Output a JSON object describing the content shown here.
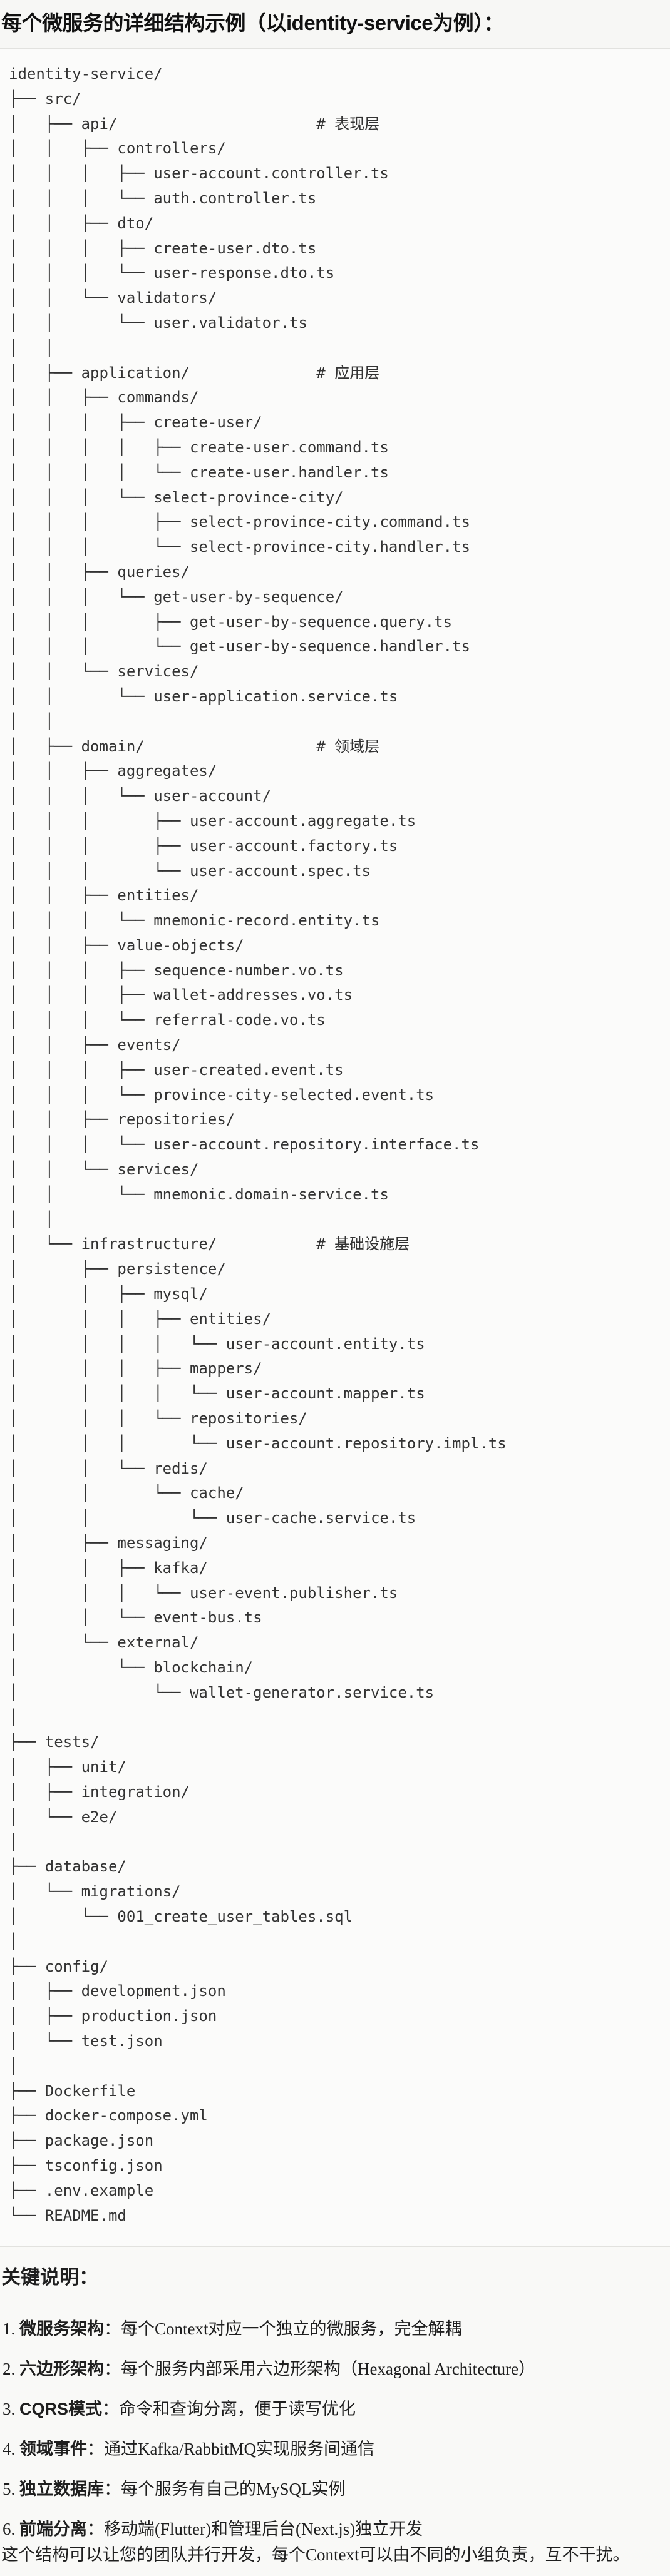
{
  "title": "每个微服务的详细结构示例（以identity-service为例）：",
  "tree": [
    {
      "prefix": "",
      "name": "identity-service/"
    },
    {
      "prefix": "├── ",
      "name": "src/"
    },
    {
      "prefix": "│   ├── ",
      "name": "api/",
      "comment": "# 表现层"
    },
    {
      "prefix": "│   │   ├── ",
      "name": "controllers/"
    },
    {
      "prefix": "│   │   │   ├── ",
      "name": "user-account.controller.ts"
    },
    {
      "prefix": "│   │   │   └── ",
      "name": "auth.controller.ts"
    },
    {
      "prefix": "│   │   ├── ",
      "name": "dto/"
    },
    {
      "prefix": "│   │   │   ├── ",
      "name": "create-user.dto.ts"
    },
    {
      "prefix": "│   │   │   └── ",
      "name": "user-response.dto.ts"
    },
    {
      "prefix": "│   │   └── ",
      "name": "validators/"
    },
    {
      "prefix": "│   │       └── ",
      "name": "user.validator.ts"
    },
    {
      "prefix": "│   │",
      "name": ""
    },
    {
      "prefix": "│   ├── ",
      "name": "application/",
      "comment": "# 应用层"
    },
    {
      "prefix": "│   │   ├── ",
      "name": "commands/"
    },
    {
      "prefix": "│   │   │   ├── ",
      "name": "create-user/"
    },
    {
      "prefix": "│   │   │   │   ├── ",
      "name": "create-user.command.ts"
    },
    {
      "prefix": "│   │   │   │   └── ",
      "name": "create-user.handler.ts"
    },
    {
      "prefix": "│   │   │   └── ",
      "name": "select-province-city/"
    },
    {
      "prefix": "│   │   │       ├── ",
      "name": "select-province-city.command.ts"
    },
    {
      "prefix": "│   │   │       └── ",
      "name": "select-province-city.handler.ts"
    },
    {
      "prefix": "│   │   ├── ",
      "name": "queries/"
    },
    {
      "prefix": "│   │   │   └── ",
      "name": "get-user-by-sequence/"
    },
    {
      "prefix": "│   │   │       ├── ",
      "name": "get-user-by-sequence.query.ts"
    },
    {
      "prefix": "│   │   │       └── ",
      "name": "get-user-by-sequence.handler.ts"
    },
    {
      "prefix": "│   │   └── ",
      "name": "services/"
    },
    {
      "prefix": "│   │       └── ",
      "name": "user-application.service.ts"
    },
    {
      "prefix": "│   │",
      "name": ""
    },
    {
      "prefix": "│   ├── ",
      "name": "domain/",
      "comment": "# 领域层"
    },
    {
      "prefix": "│   │   ├── ",
      "name": "aggregates/"
    },
    {
      "prefix": "│   │   │   └── ",
      "name": "user-account/"
    },
    {
      "prefix": "│   │   │       ├── ",
      "name": "user-account.aggregate.ts"
    },
    {
      "prefix": "│   │   │       ├── ",
      "name": "user-account.factory.ts"
    },
    {
      "prefix": "│   │   │       └── ",
      "name": "user-account.spec.ts"
    },
    {
      "prefix": "│   │   ├── ",
      "name": "entities/"
    },
    {
      "prefix": "│   │   │   └── ",
      "name": "mnemonic-record.entity.ts"
    },
    {
      "prefix": "│   │   ├── ",
      "name": "value-objects/"
    },
    {
      "prefix": "│   │   │   ├── ",
      "name": "sequence-number.vo.ts"
    },
    {
      "prefix": "│   │   │   ├── ",
      "name": "wallet-addresses.vo.ts"
    },
    {
      "prefix": "│   │   │   └── ",
      "name": "referral-code.vo.ts"
    },
    {
      "prefix": "│   │   ├── ",
      "name": "events/"
    },
    {
      "prefix": "│   │   │   ├── ",
      "name": "user-created.event.ts"
    },
    {
      "prefix": "│   │   │   └── ",
      "name": "province-city-selected.event.ts"
    },
    {
      "prefix": "│   │   ├── ",
      "name": "repositories/"
    },
    {
      "prefix": "│   │   │   └── ",
      "name": "user-account.repository.interface.ts"
    },
    {
      "prefix": "│   │   └── ",
      "name": "services/"
    },
    {
      "prefix": "│   │       └── ",
      "name": "mnemonic.domain-service.ts"
    },
    {
      "prefix": "│   │",
      "name": ""
    },
    {
      "prefix": "│   └── ",
      "name": "infrastructure/",
      "comment": "# 基础设施层"
    },
    {
      "prefix": "│       ├── ",
      "name": "persistence/"
    },
    {
      "prefix": "│       │   ├── ",
      "name": "mysql/"
    },
    {
      "prefix": "│       │   │   ├── ",
      "name": "entities/"
    },
    {
      "prefix": "│       │   │   │   └── ",
      "name": "user-account.entity.ts"
    },
    {
      "prefix": "│       │   │   ├── ",
      "name": "mappers/"
    },
    {
      "prefix": "│       │   │   │   └── ",
      "name": "user-account.mapper.ts"
    },
    {
      "prefix": "│       │   │   └── ",
      "name": "repositories/"
    },
    {
      "prefix": "│       │   │       └── ",
      "name": "user-account.repository.impl.ts"
    },
    {
      "prefix": "│       │   └── ",
      "name": "redis/"
    },
    {
      "prefix": "│       │       └── ",
      "name": "cache/"
    },
    {
      "prefix": "│       │           └── ",
      "name": "user-cache.service.ts"
    },
    {
      "prefix": "│       ├── ",
      "name": "messaging/"
    },
    {
      "prefix": "│       │   ├── ",
      "name": "kafka/"
    },
    {
      "prefix": "│       │   │   └── ",
      "name": "user-event.publisher.ts"
    },
    {
      "prefix": "│       │   └── ",
      "name": "event-bus.ts"
    },
    {
      "prefix": "│       └── ",
      "name": "external/"
    },
    {
      "prefix": "│           └── ",
      "name": "blockchain/"
    },
    {
      "prefix": "│               └── ",
      "name": "wallet-generator.service.ts"
    },
    {
      "prefix": "│",
      "name": ""
    },
    {
      "prefix": "├── ",
      "name": "tests/"
    },
    {
      "prefix": "│   ├── ",
      "name": "unit/"
    },
    {
      "prefix": "│   ├── ",
      "name": "integration/"
    },
    {
      "prefix": "│   └── ",
      "name": "e2e/"
    },
    {
      "prefix": "│",
      "name": ""
    },
    {
      "prefix": "├── ",
      "name": "database/"
    },
    {
      "prefix": "│   └── ",
      "name": "migrations/"
    },
    {
      "prefix": "│       └── ",
      "name": "001_create_user_tables.sql"
    },
    {
      "prefix": "│",
      "name": ""
    },
    {
      "prefix": "├── ",
      "name": "config/"
    },
    {
      "prefix": "│   ├── ",
      "name": "development.json"
    },
    {
      "prefix": "│   ├── ",
      "name": "production.json"
    },
    {
      "prefix": "│   └── ",
      "name": "test.json"
    },
    {
      "prefix": "│",
      "name": ""
    },
    {
      "prefix": "├── ",
      "name": "Dockerfile"
    },
    {
      "prefix": "├── ",
      "name": "docker-compose.yml"
    },
    {
      "prefix": "├── ",
      "name": "package.json"
    },
    {
      "prefix": "├── ",
      "name": "tsconfig.json"
    },
    {
      "prefix": "├── ",
      "name": ".env.example"
    },
    {
      "prefix": "└── ",
      "name": "README.md"
    }
  ],
  "notes": {
    "heading": "关键说明：",
    "items": [
      {
        "num": "1. ",
        "label": "微服务架构",
        "sep": "：",
        "text": "每个Context对应一个独立的微服务，完全解耦"
      },
      {
        "num": "2. ",
        "label": "六边形架构",
        "sep": "：",
        "text": "每个服务内部采用六边形架构（Hexagonal Architecture）"
      },
      {
        "num": "3. ",
        "label": "CQRS模式",
        "sep": "：",
        "text": "命令和查询分离，便于读写优化"
      },
      {
        "num": "4. ",
        "label": "领域事件",
        "sep": "：",
        "text": "通过Kafka/RabbitMQ实现服务间通信"
      },
      {
        "num": "5. ",
        "label": "独立数据库",
        "sep": "：",
        "text": "每个服务有自己的MySQL实例"
      },
      {
        "num": "6. ",
        "label": "前端分离",
        "sep": "：",
        "text": "移动端(Flutter)和管理后台(Next.js)独立开发"
      }
    ],
    "summary": "这个结构可以让您的团队并行开发，每个Context可以由不同的小组负责，互不干扰。"
  }
}
